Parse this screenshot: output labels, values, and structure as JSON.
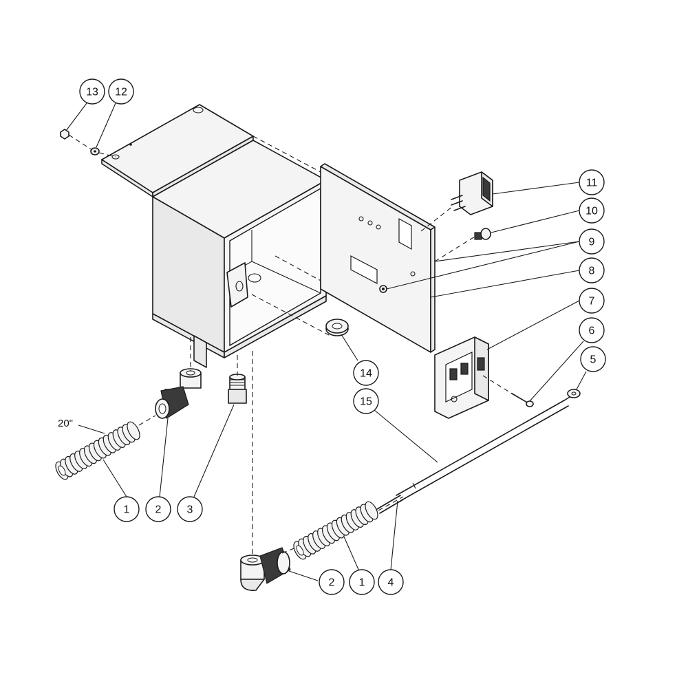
{
  "diagram": {
    "callouts": [
      {
        "id": "c13",
        "label": "13"
      },
      {
        "id": "c12",
        "label": "12"
      },
      {
        "id": "c11",
        "label": "11"
      },
      {
        "id": "c10",
        "label": "10"
      },
      {
        "id": "c9",
        "label": "9"
      },
      {
        "id": "c8",
        "label": "8"
      },
      {
        "id": "c7",
        "label": "7"
      },
      {
        "id": "c6",
        "label": "6"
      },
      {
        "id": "c5",
        "label": "5"
      },
      {
        "id": "c14",
        "label": "14"
      },
      {
        "id": "c15",
        "label": "15"
      },
      {
        "id": "c1a",
        "label": "1"
      },
      {
        "id": "c2a",
        "label": "2"
      },
      {
        "id": "c3",
        "label": "3"
      },
      {
        "id": "c2b",
        "label": "2"
      },
      {
        "id": "c1b",
        "label": "1"
      },
      {
        "id": "c4",
        "label": "4"
      }
    ],
    "conduit_length_note": "20\""
  }
}
